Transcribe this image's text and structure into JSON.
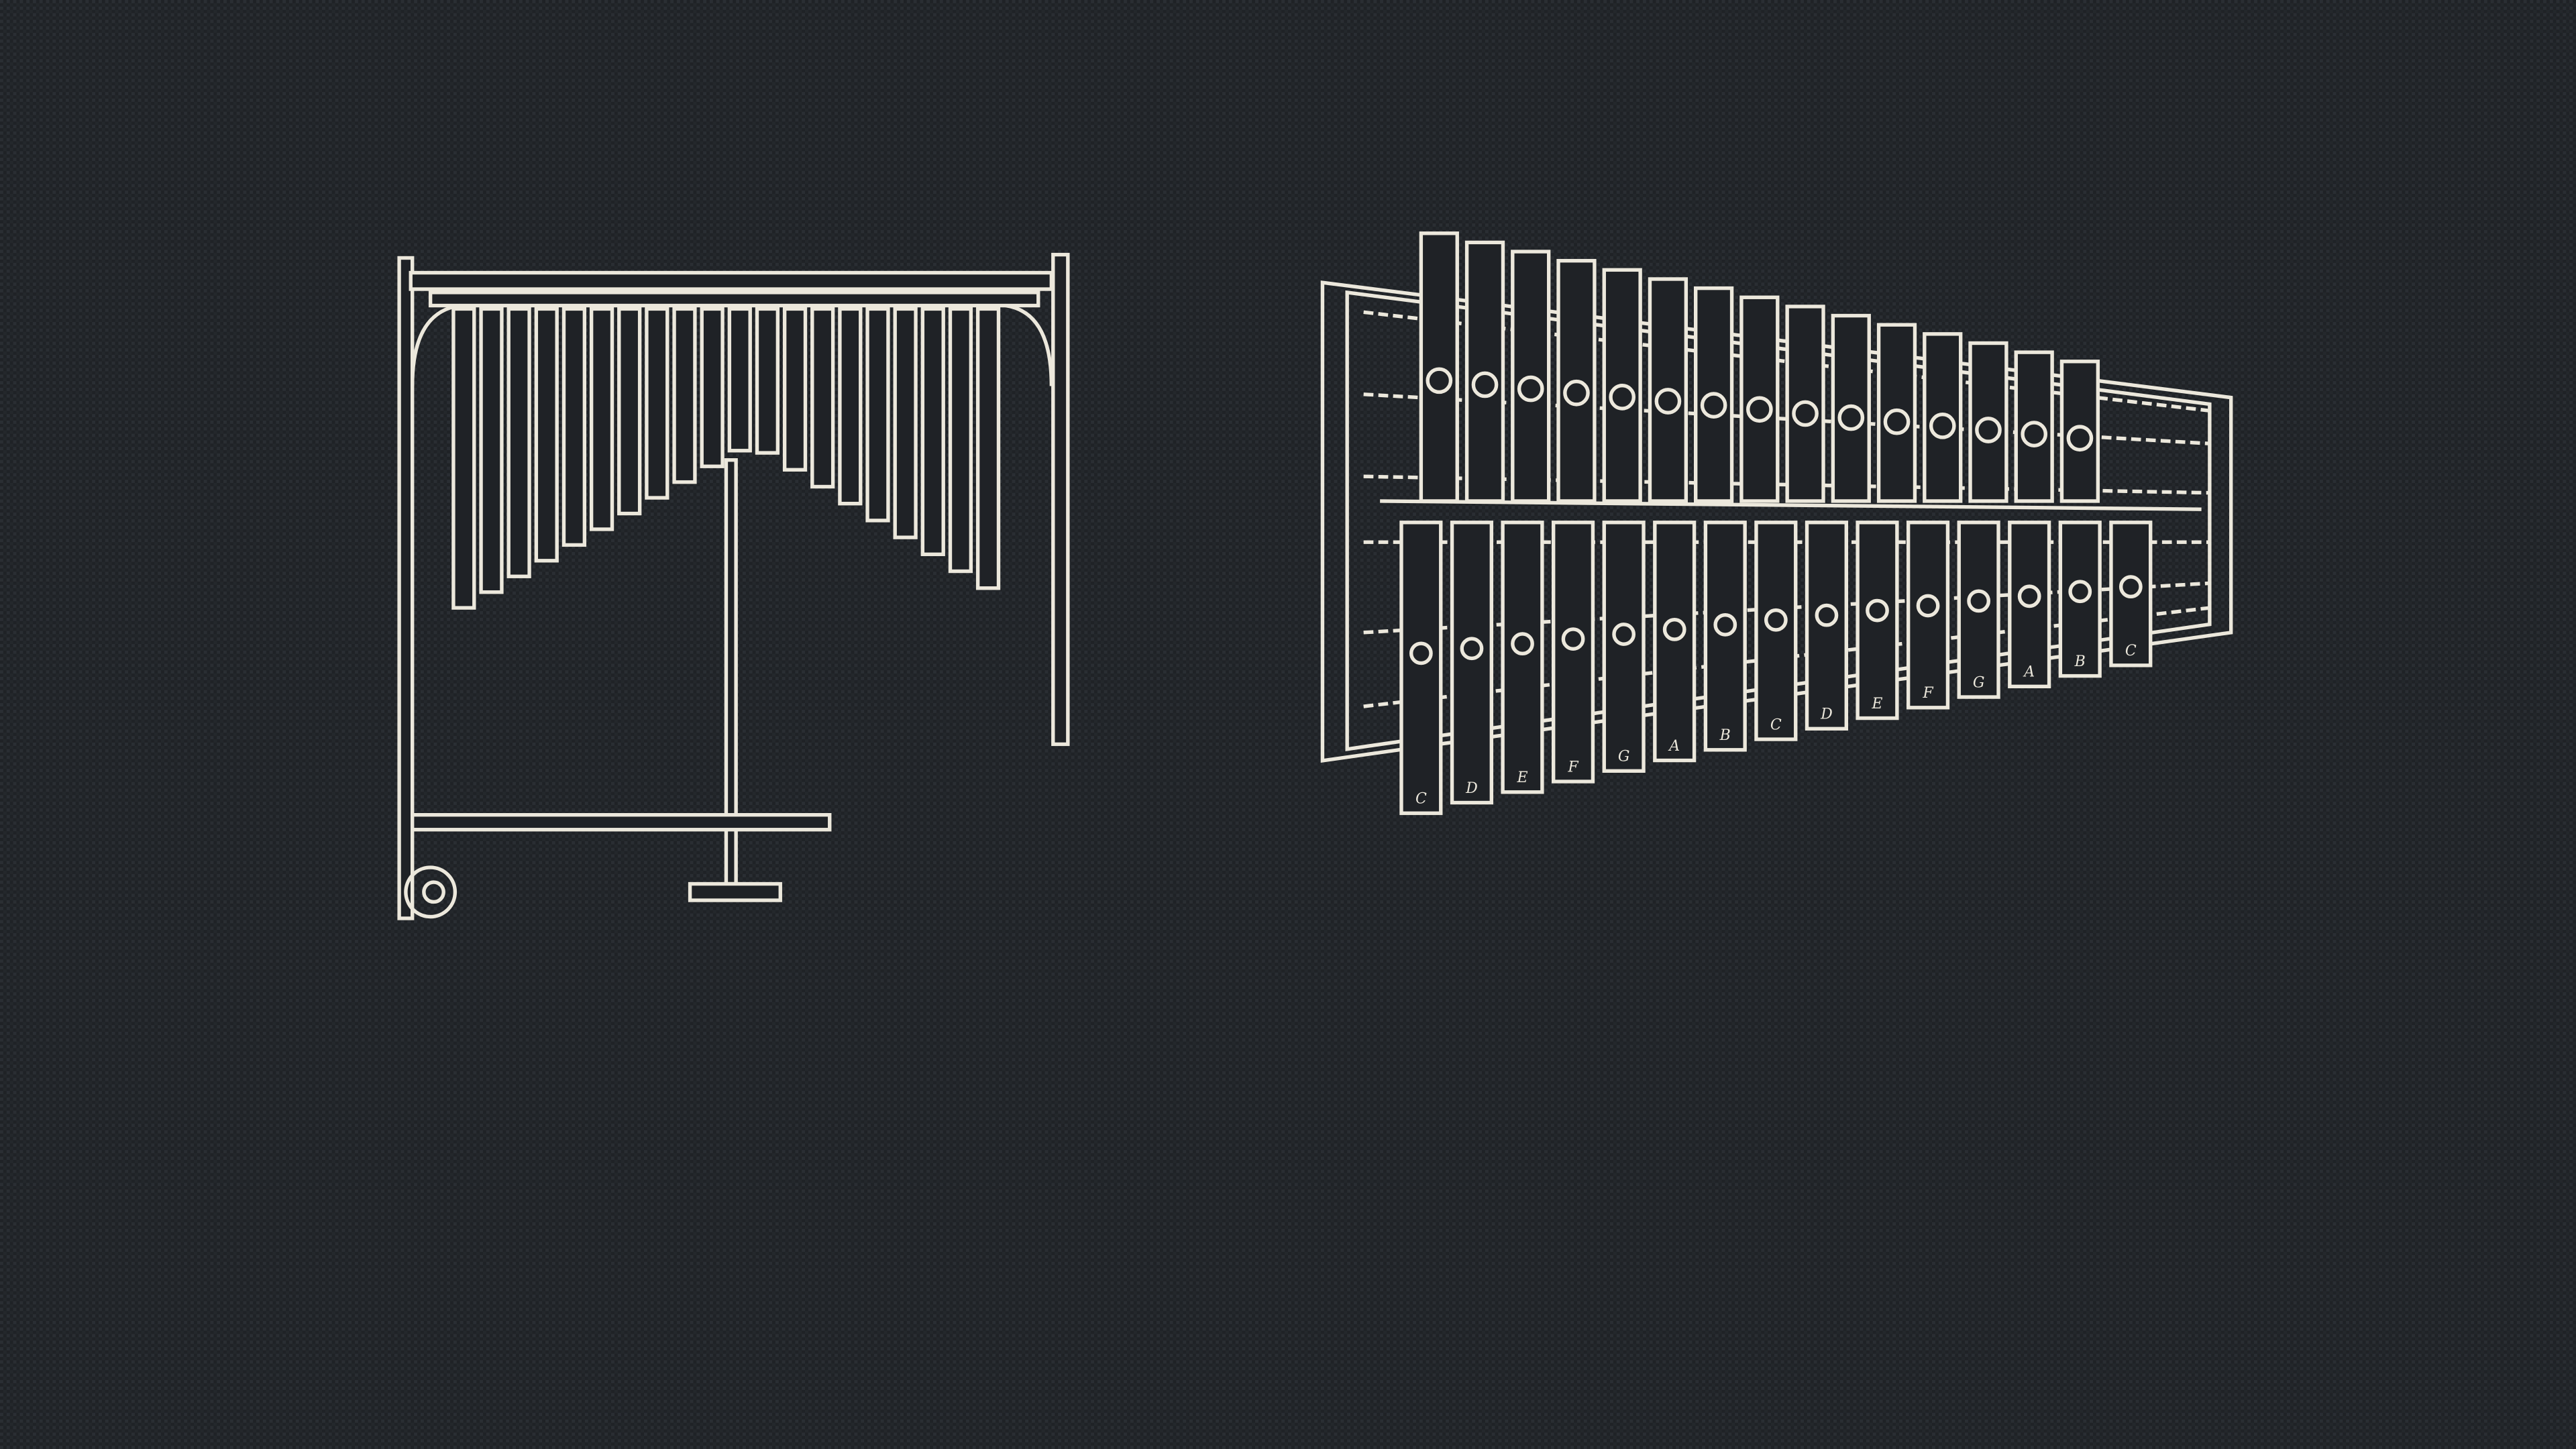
{
  "colors": {
    "background": "#1f2226",
    "texture": "#2a2e33",
    "line": "#ece8dc"
  },
  "drawings": [
    {
      "id": "upright-xylophone-on-stand",
      "bar_count": 20
    },
    {
      "id": "two-row-xylophone-perspective",
      "lower_row_labels": [
        "C",
        "D",
        "E",
        "F",
        "G",
        "A",
        "B",
        "C",
        "D",
        "E",
        "F",
        "G",
        "A",
        "B",
        "C"
      ],
      "upper_row_bar_count": 15
    }
  ]
}
